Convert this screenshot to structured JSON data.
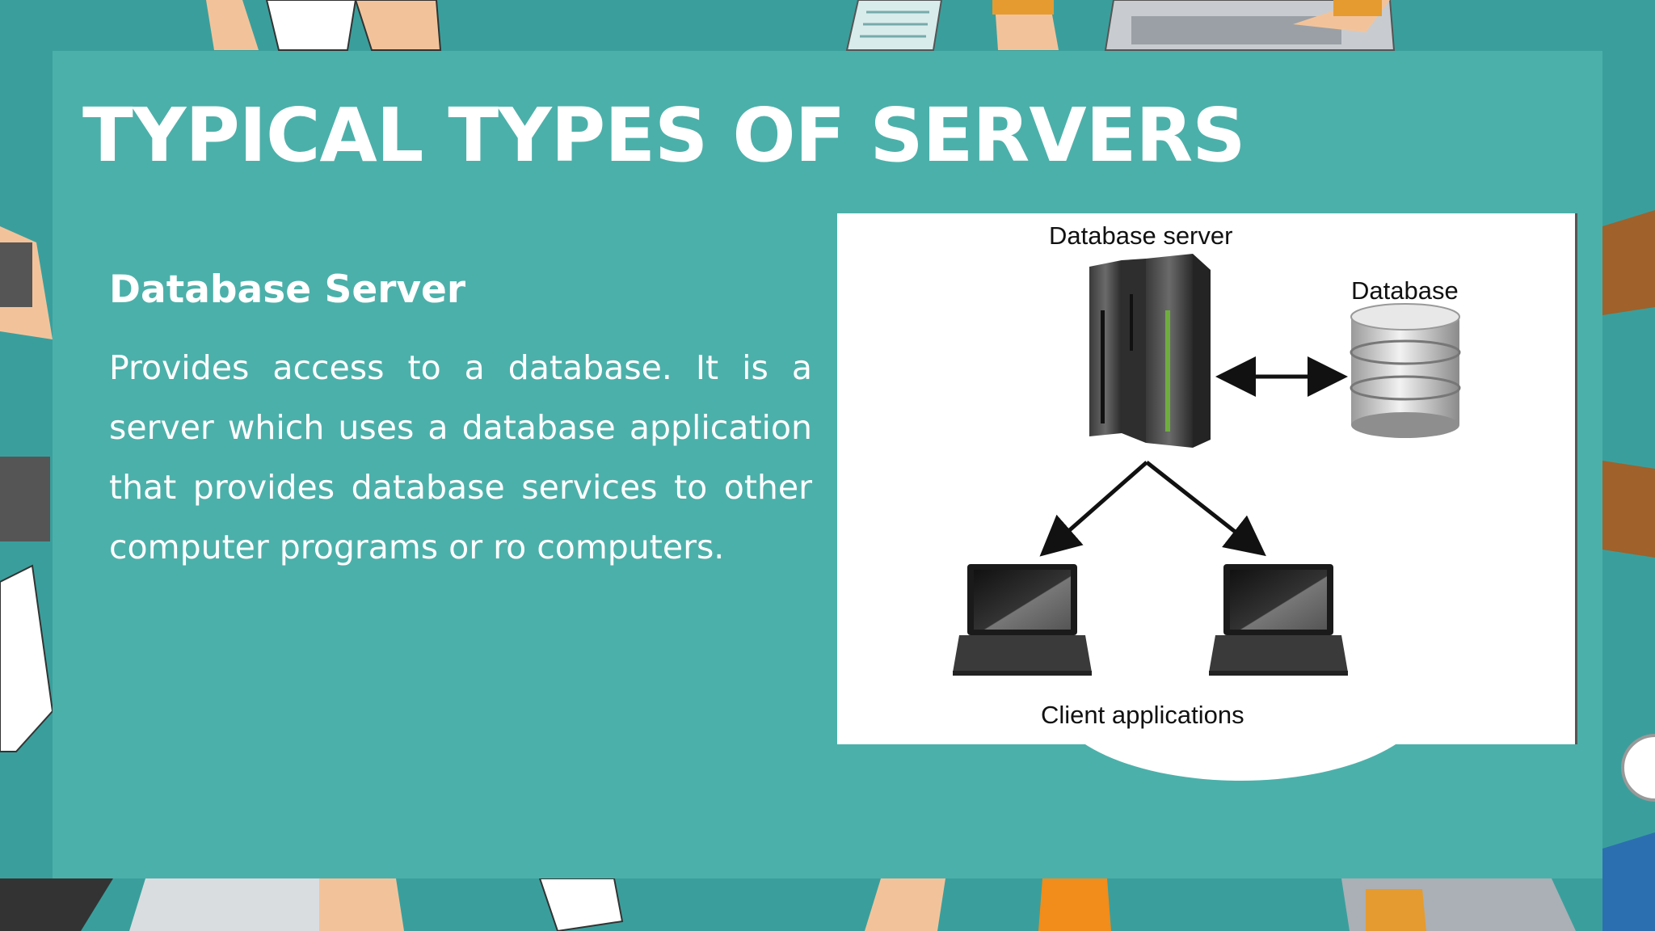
{
  "slide": {
    "title": "TYPICAL TYPES OF SERVERS",
    "subtitle": "Database Server",
    "body": "Provides access to a database. It is a server which uses a database application that provides database services to other computer programs or ro computers."
  },
  "diagram": {
    "server_label": "Database server",
    "database_label": "Database",
    "clients_label": "Client applications"
  },
  "colors": {
    "background": "#3a9f9c",
    "panel": "#4cb0aa",
    "text": "#ffffff"
  }
}
